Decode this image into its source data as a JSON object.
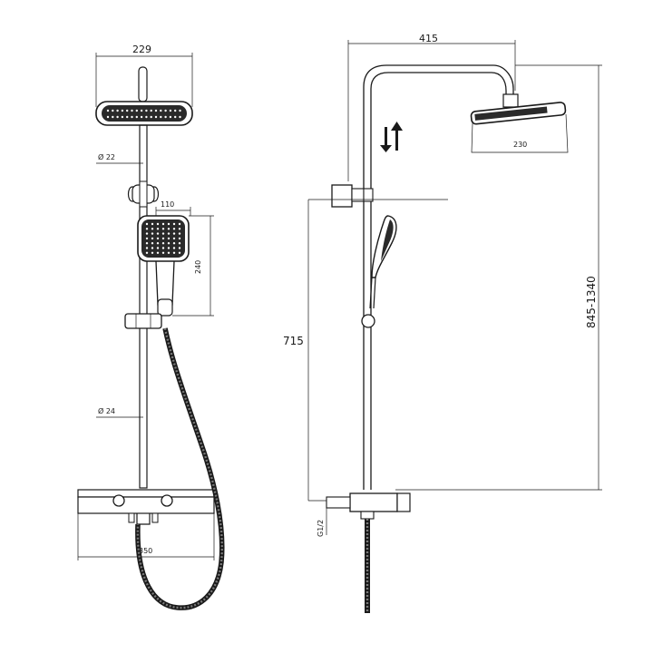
{
  "dimensions": {
    "head_width": "229",
    "pipe_diameter_upper": "Ø 22",
    "handshower_width": "110",
    "handshower_height": "240",
    "pipe_diameter_lower": "Ø 24",
    "thermostat_width": "350",
    "arm_reach": "415",
    "head_diameter_side": "230",
    "outlet_height": "715",
    "total_height": "845-1340",
    "inlet_thread": "G1/2"
  },
  "symbols": {
    "adjust_arrows": "height-adjust-arrows-icon"
  }
}
